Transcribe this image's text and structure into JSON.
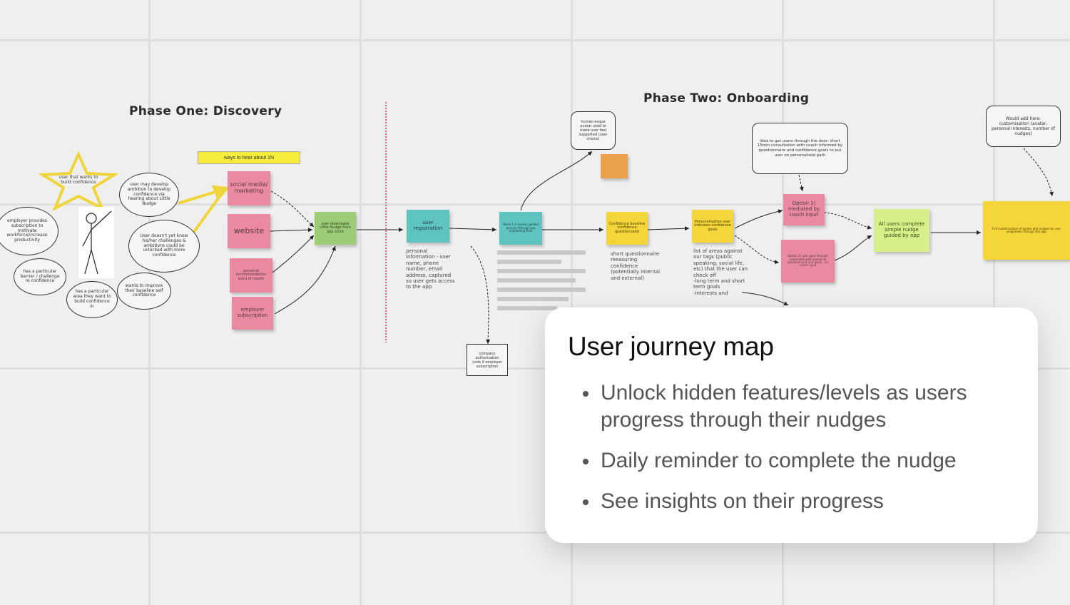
{
  "board": {
    "phase_one_title": "Phase One: Discovery",
    "phase_two_title": "Phase Two: Onboarding",
    "banner": "ways to hear about 1N",
    "star_label": "user that wants to build confidence",
    "bubbles": [
      "employer provides subscription to motivate workforce/increase productivity",
      "user may develop ambition to develop confidence via hearing about Little Nudge",
      "User doesn't yet know his/her challenges & ambitions could be unlocked with more confidence",
      "has a particular barrier / challenge re confidence",
      "has a particular area they want to build confidence in",
      "wants to improve their baseline self confidence"
    ],
    "stickies": {
      "social": "social media/ marketing",
      "website": "website",
      "personal": "personal recommendation word of mouth",
      "employer": "employer subscription",
      "download": "user downloads Little Nudge from app store",
      "registration": "user registration",
      "guided": "Week 1-3 session guided journey through app onboarding flow",
      "baseline": "Confidence baseline confidence questionnaire",
      "personalisation": "Personalisation user indicates confidence goals",
      "option1": "Option 1) mediated by coach input",
      "option2": "Option 2) user goes through automated path based on questionnaire and goals - no coach input",
      "allusers": "All users complete simple nudge guided by app",
      "customisation": "Full customisation of avatar and nudges as user progresses through the app"
    },
    "boxes": {
      "avatar": "human-esque avatar used to make user feel supported (user choice)",
      "idea": "Idea to get users through the door: short 15min consultation with coach informed by questionnaire and confidence goals to put user on personalised path",
      "would_add": "Would add here: customisation (avatar, personal interests, number of nudges)",
      "company": "company authorisation code if employer subscription"
    },
    "notes": {
      "registration_note": "personal information - user name, phone number, email address, captured so user gets access to the app",
      "baseline_note": "short questionnaire measuring confidence (potentially internal and external)",
      "personalisation_note": "list of areas against our tags (public speaking, social life, etc) that the user can check off\n-long term and short term goals\n-interests and"
    }
  },
  "card": {
    "title": "User journey map",
    "bullets": [
      "Unlock hidden features/levels as users progress through their nudges",
      "Daily reminder to complete the nudge",
      "See insights on their progress"
    ]
  },
  "colors": {
    "pink": "#e98aa1",
    "green": "#9ccc75",
    "teal": "#5fc3bf",
    "yellow": "#f4d53a",
    "lime": "#d7ef8a",
    "star": "#f3d93a"
  }
}
